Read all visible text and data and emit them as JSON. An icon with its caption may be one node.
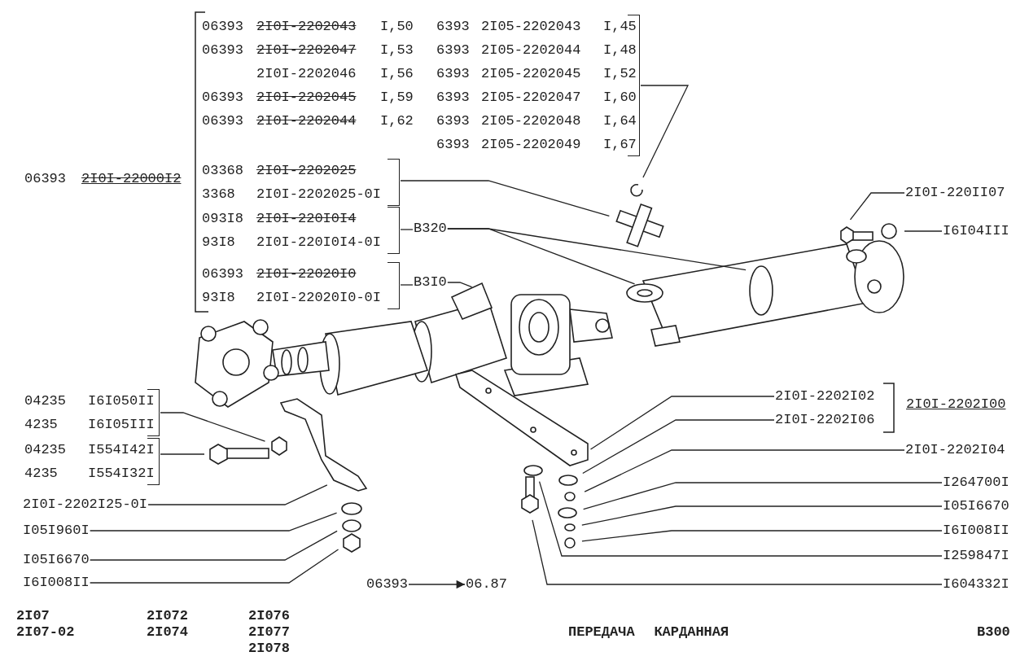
{
  "diagram": {
    "caption": "ПЕРЕДАЧА КАРДАННАЯ",
    "nodes": [
      {
        "text": [
          "6393 2I05-2202043 I,45",
          "6393 2I05-2202044 I,48",
          "6393 2I05-2202045 I,52",
          "6393 2I05-2202047 I,60",
          "6393 2I05-2202048 I,64",
          "6393 2I05-2202049 I,67"
        ]
      },
      {
        "text": [
          "03368 2I0I-2202025",
          "3368 2I0I-2202025-0I"
        ]
      },
      {
        "text": [
          "093I8 2I0I-220I0I4",
          "93I8 2I0I-220I0I4-0I"
        ]
      },
      {
        "text": [
          "В320"
        ]
      },
      {
        "text": [
          "06393 2I0I-22020I0",
          "93I8 2I0I-22020I0-0I"
        ]
      },
      {
        "text": [
          "В3I0"
        ]
      },
      {
        "text": [
          "2I0I-220II07"
        ]
      },
      {
        "text": [
          "I6I04III"
        ]
      },
      {
        "text": [
          "04235 I6I050II",
          "4235 I6I05III"
        ]
      },
      {
        "text": [
          "04235 I554I42I",
          "4235 I554I32I"
        ]
      },
      {
        "text": [
          "2I0I-2202I25-0I"
        ]
      },
      {
        "text": [
          "I05I960I"
        ]
      },
      {
        "text": [
          "I05I6670"
        ]
      },
      {
        "text": [
          "I6I008II"
        ]
      },
      {
        "text": [
          "06393"
        ]
      },
      {
        "text": [
          "06.87"
        ]
      },
      {
        "text": [
          "2I0I-2202I02"
        ]
      },
      {
        "text": [
          "2I0I-2202I06"
        ]
      },
      {
        "text": [
          "2I0I-2202I04"
        ]
      },
      {
        "text": [
          "I264700I"
        ]
      },
      {
        "text": [
          "I05I6670"
        ]
      },
      {
        "text": [
          "I6I008II"
        ]
      },
      {
        "text": [
          "I259847I"
        ]
      },
      {
        "text": [
          "I604332I"
        ]
      }
    ],
    "edges": [
      {
        "from": 0,
        "to": null,
        "arrow": "none"
      },
      {
        "from": 1,
        "to": null,
        "arrow": "none"
      },
      {
        "from": 2,
        "to": 3,
        "arrow": "none"
      },
      {
        "from": 3,
        "to": null,
        "arrow": "none"
      },
      {
        "from": 3,
        "to": null,
        "arrow": "none"
      },
      {
        "from": 4,
        "to": 5,
        "arrow": "none"
      },
      {
        "from": 5,
        "to": null,
        "arrow": "none"
      },
      {
        "from": 6,
        "to": null,
        "arrow": "none"
      },
      {
        "from": 7,
        "to": null,
        "arrow": "none"
      },
      {
        "from": 8,
        "to": null,
        "arrow": "none"
      },
      {
        "from": 9,
        "to": null,
        "arrow": "none"
      },
      {
        "from": 10,
        "to": null,
        "arrow": "none"
      },
      {
        "from": 11,
        "to": null,
        "arrow": "none"
      },
      {
        "from": 12,
        "to": null,
        "arrow": "none"
      },
      {
        "from": 13,
        "to": null,
        "arrow": "none"
      },
      {
        "from": 14,
        "to": 15,
        "arrow": "to"
      },
      {
        "from": 16,
        "to": null,
        "arrow": "none"
      },
      {
        "from": 17,
        "to": null,
        "arrow": "none"
      },
      {
        "from": 18,
        "to": null,
        "arrow": "none"
      },
      {
        "from": 19,
        "to": null,
        "arrow": "none"
      },
      {
        "from": 20,
        "to": null,
        "arrow": "none"
      },
      {
        "from": 21,
        "to": null,
        "arrow": "none"
      },
      {
        "from": 22,
        "to": null,
        "arrow": "none"
      },
      {
        "from": 23,
        "to": null,
        "arrow": "none"
      }
    ],
    "labels": [
      "06393 2I0I-2202043 I,50",
      "06393 2I0I-2202047 I,53",
      "2I0I-2202046 I,56",
      "06393 2I0I-2202045 I,59",
      "06393 2I0I-2202044 I,62",
      "06393 2I0I-22000I2",
      "2I0I-2202I00",
      "2I07",
      "2I07-02",
      "2I072",
      "2I074",
      "2I076",
      "2I077",
      "2I078",
      "В300"
    ]
  }
}
